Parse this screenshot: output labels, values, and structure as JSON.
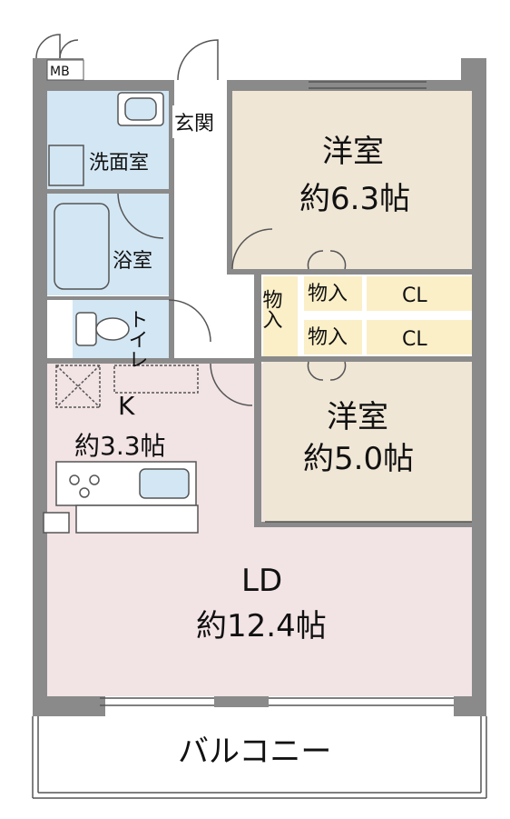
{
  "labels": {
    "mb": "MB",
    "genkan": "玄関",
    "senmen": "洗面室",
    "yokushitsu": "浴室",
    "toilet": "トイレ",
    "youshitsu1_name": "洋室",
    "youshitsu1_size": "約6.3帖",
    "monoire_v": "物入",
    "monoire1": "物入",
    "monoire2": "物入",
    "cl1": "CL",
    "cl2": "CL",
    "youshitsu2_name": "洋室",
    "youshitsu2_size": "約5.0帖",
    "kitchen_name": "K",
    "kitchen_size": "約3.3帖",
    "ld_name": "LD",
    "ld_size": "約12.4帖",
    "balcony": "バルコニー"
  },
  "colors": {
    "wall": "#8a8a8a",
    "bedroom": "#efe6d6",
    "wet": "#d3e6f3",
    "ld": "#f2e3e5",
    "storage": "#fbefc8",
    "line": "#555555"
  }
}
